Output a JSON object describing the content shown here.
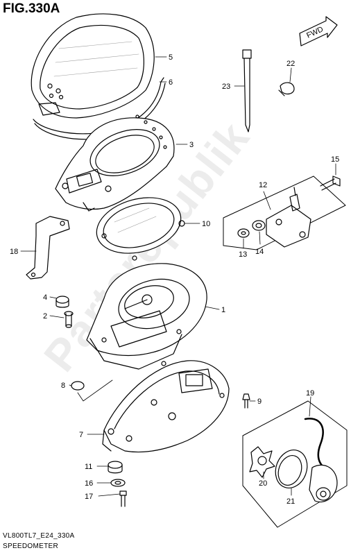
{
  "figure": {
    "title": "FIG.330A",
    "model_code": "VL800TL7_E24_330A",
    "caption": "SPEEDOMETER",
    "watermark": "Partsrepublik",
    "direction_marker": "FWD"
  },
  "callouts": [
    {
      "id": "1",
      "text": "1"
    },
    {
      "id": "2",
      "text": "2"
    },
    {
      "id": "3",
      "text": "3"
    },
    {
      "id": "4",
      "text": "4"
    },
    {
      "id": "5",
      "text": "5"
    },
    {
      "id": "6",
      "text": "6"
    },
    {
      "id": "7",
      "text": "7"
    },
    {
      "id": "8",
      "text": "8"
    },
    {
      "id": "9",
      "text": "9"
    },
    {
      "id": "10",
      "text": "10"
    },
    {
      "id": "11",
      "text": "11"
    },
    {
      "id": "12",
      "text": "12"
    },
    {
      "id": "13",
      "text": "13"
    },
    {
      "id": "14",
      "text": "14"
    },
    {
      "id": "15",
      "text": "15"
    },
    {
      "id": "16",
      "text": "16"
    },
    {
      "id": "17",
      "text": "17"
    },
    {
      "id": "18",
      "text": "18"
    },
    {
      "id": "19",
      "text": "19"
    },
    {
      "id": "20",
      "text": "20"
    },
    {
      "id": "21",
      "text": "21"
    },
    {
      "id": "22",
      "text": "22"
    },
    {
      "id": "23",
      "text": "23"
    }
  ]
}
